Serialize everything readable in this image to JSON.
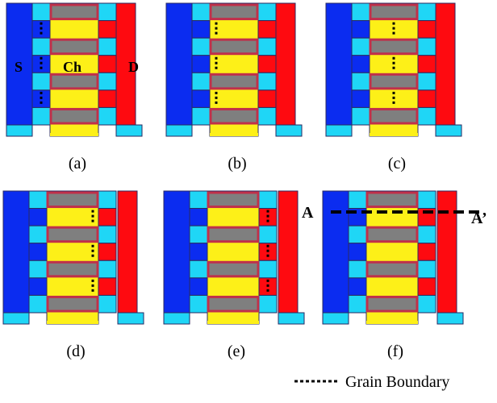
{
  "colors": {
    "source": "#0b2cf0",
    "drain": "#fe0a10",
    "channel": "#fdf018",
    "spacer": "#1fd6f6",
    "gate": "#7f7f7f",
    "gate_border": "#c0304a",
    "grain_boundary": "#000000",
    "outline": "#2a2a60"
  },
  "panels": [
    {
      "label": "(a)",
      "grain_boundary_position": "source-side spacer"
    },
    {
      "label": "(b)",
      "grain_boundary_position": "channel, source side"
    },
    {
      "label": "(c)",
      "grain_boundary_position": "channel center"
    },
    {
      "label": "(d)",
      "grain_boundary_position": "channel, drain side"
    },
    {
      "label": "(e)",
      "grain_boundary_position": "drain-side spacer"
    },
    {
      "label": "(f)",
      "grain_boundary_position": "none"
    }
  ],
  "annotations": {
    "source": "S",
    "channel": "Ch",
    "drain": "D",
    "cut_start": "A",
    "cut_end": "A’"
  },
  "legend": {
    "grain_boundary_label": "Grain Boundary"
  }
}
